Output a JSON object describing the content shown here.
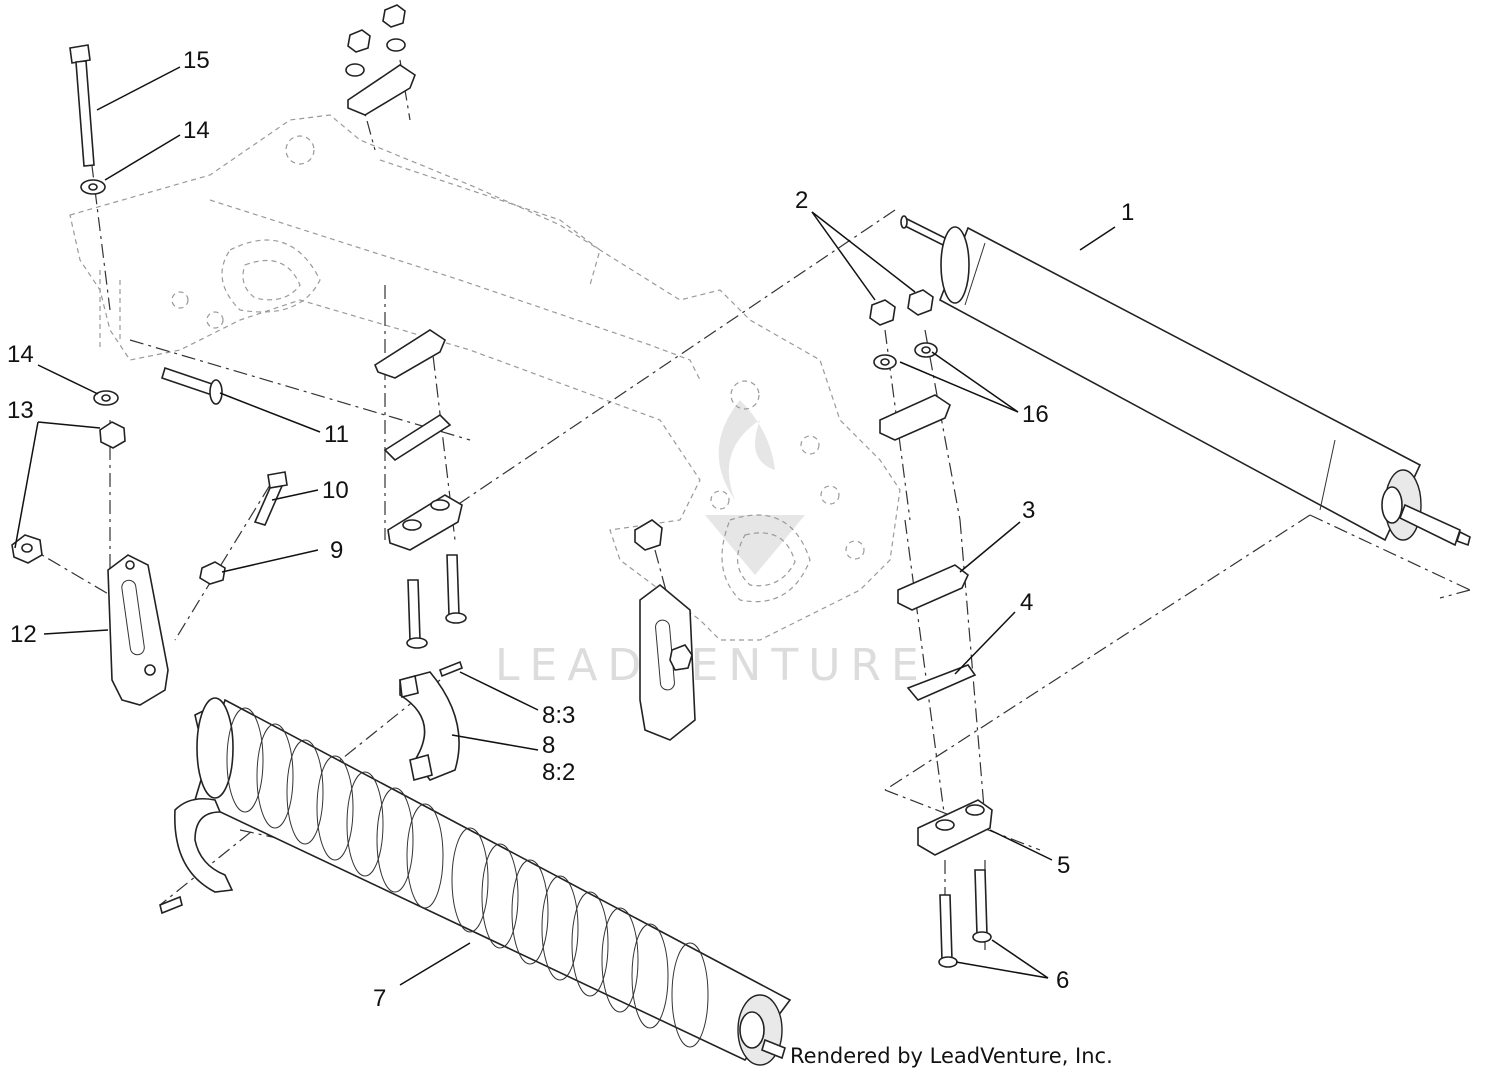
{
  "watermark": {
    "text": "LEADVENTURE"
  },
  "credit": "Rendered by LeadVenture, Inc.",
  "callouts": [
    "1",
    "2",
    "3",
    "4",
    "5",
    "6",
    "7",
    "8",
    "8:2",
    "8:3",
    "9",
    "10",
    "11",
    "12",
    "13",
    "14",
    "14",
    "15",
    "16"
  ],
  "colors": {
    "line": "#222222",
    "ghost": "#9a9a9a",
    "shade": "#e9e9e9",
    "watermark": "#dcdcdc"
  }
}
